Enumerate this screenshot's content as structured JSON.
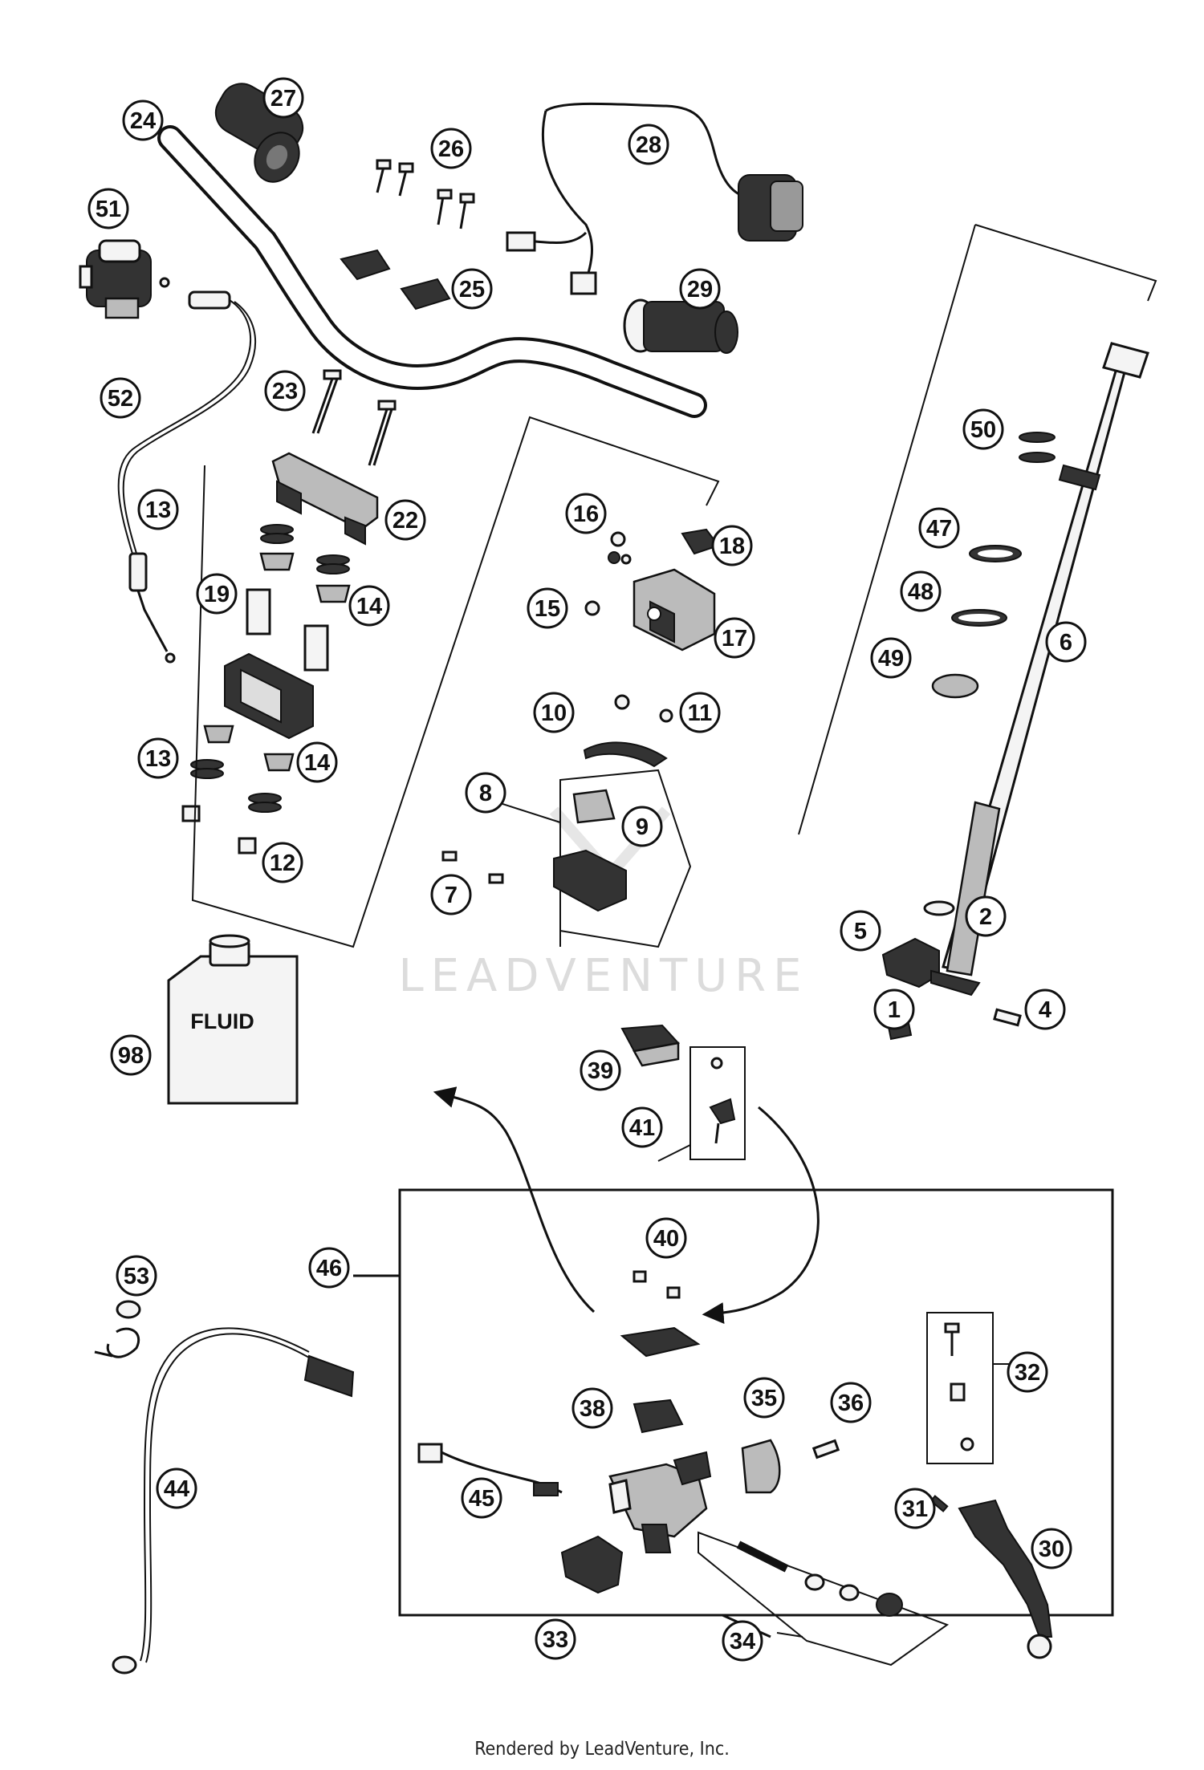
{
  "diagram": {
    "fluid_label": "FLUID",
    "watermark": "LEADVENTURE",
    "footer": "Rendered by LeadVenture, Inc.",
    "callouts": [
      {
        "label": "1"
      },
      {
        "label": "2"
      },
      {
        "label": "4"
      },
      {
        "label": "5"
      },
      {
        "label": "6"
      },
      {
        "label": "7"
      },
      {
        "label": "8"
      },
      {
        "label": "9"
      },
      {
        "label": "10"
      },
      {
        "label": "11"
      },
      {
        "label": "12"
      },
      {
        "label": "13"
      },
      {
        "label": "13"
      },
      {
        "label": "14"
      },
      {
        "label": "14"
      },
      {
        "label": "15"
      },
      {
        "label": "16"
      },
      {
        "label": "17"
      },
      {
        "label": "18"
      },
      {
        "label": "19"
      },
      {
        "label": "22"
      },
      {
        "label": "23"
      },
      {
        "label": "24"
      },
      {
        "label": "25"
      },
      {
        "label": "26"
      },
      {
        "label": "27"
      },
      {
        "label": "28"
      },
      {
        "label": "29"
      },
      {
        "label": "30"
      },
      {
        "label": "31"
      },
      {
        "label": "32"
      },
      {
        "label": "33"
      },
      {
        "label": "34"
      },
      {
        "label": "35"
      },
      {
        "label": "36"
      },
      {
        "label": "38"
      },
      {
        "label": "39"
      },
      {
        "label": "40"
      },
      {
        "label": "41"
      },
      {
        "label": "44"
      },
      {
        "label": "45"
      },
      {
        "label": "46"
      },
      {
        "label": "47"
      },
      {
        "label": "48"
      },
      {
        "label": "49"
      },
      {
        "label": "50"
      },
      {
        "label": "51"
      },
      {
        "label": "52"
      },
      {
        "label": "53"
      },
      {
        "label": "98"
      }
    ]
  }
}
